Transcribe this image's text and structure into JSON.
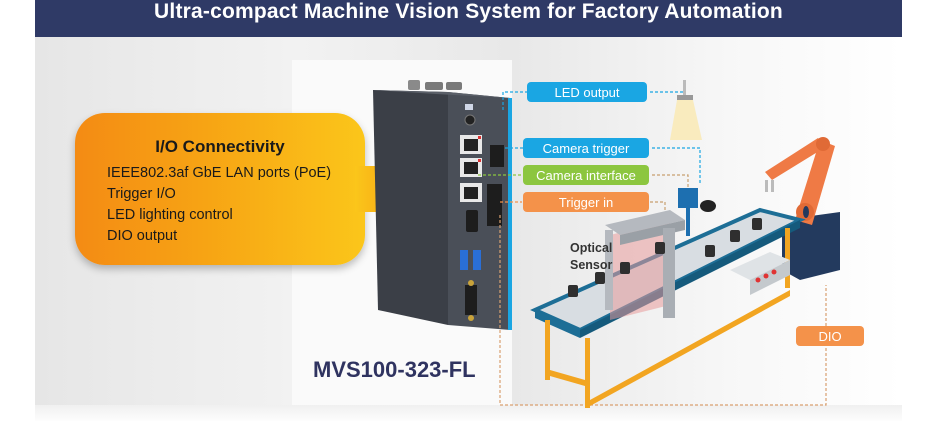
{
  "header": {
    "title": "Ultra-compact Machine Vision System for Factory Automation"
  },
  "io_box": {
    "title": "I/O Connectivity",
    "items": [
      "IEEE802.3af GbE LAN ports (PoE)",
      "Trigger I/O",
      "LED lighting control",
      "DIO output"
    ]
  },
  "labels": {
    "led_output": "LED output",
    "camera_trigger": "Camera trigger",
    "camera_interface": "Camera interface",
    "trigger_in": "Trigger in",
    "dio": "DIO"
  },
  "scene": {
    "optical_sensor_line1": "Optical",
    "optical_sensor_line2": "Sensor"
  },
  "product": {
    "name": "MVS100-323-FL"
  },
  "colors": {
    "header_bg": "#2f3a66",
    "label_blue": "#1aa6e3",
    "label_green": "#8cc63f",
    "label_orange": "#f4924a",
    "io_gradient_start": "#f48b14",
    "io_gradient_end": "#fbc61a",
    "product_name": "#2f3360"
  }
}
